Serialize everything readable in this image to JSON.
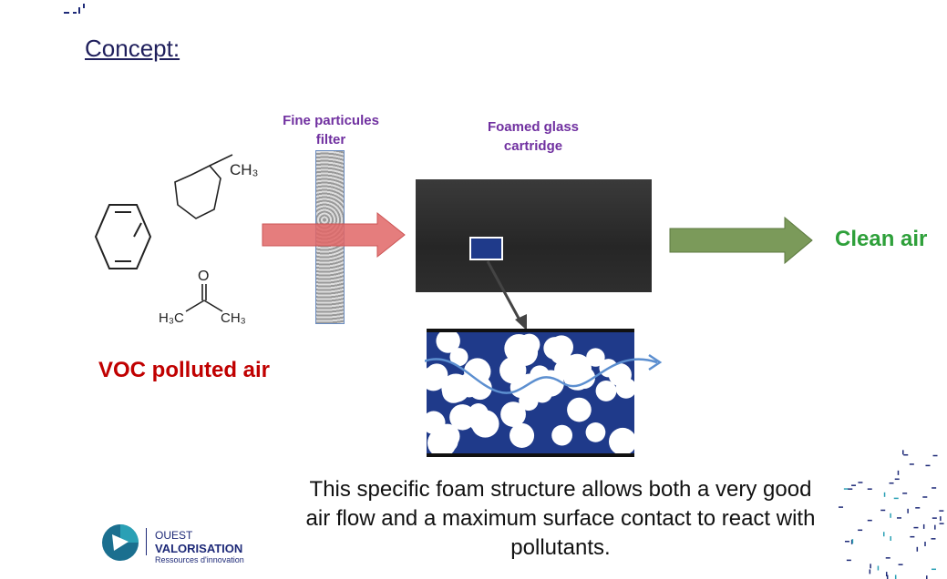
{
  "title": "Concept:",
  "labels": {
    "filter": "Fine particules filter",
    "cartridge": "Foamed glass cartridge",
    "voc": "VOC polluted air",
    "clean": "Clean air",
    "ch3": "CH3",
    "o": "O",
    "h3c": "H3C"
  },
  "caption": "This specific foam structure allows both a very good air flow and a maximum surface contact to react with pollutants.",
  "logo": {
    "line1": "OUEST",
    "line2": "VALORISATION",
    "line3": "Ressources d'innovation"
  },
  "colors": {
    "foam_blue": "#1f3a8a",
    "red_arrow": "#e06666",
    "green_arrow": "#6f8f4f"
  }
}
